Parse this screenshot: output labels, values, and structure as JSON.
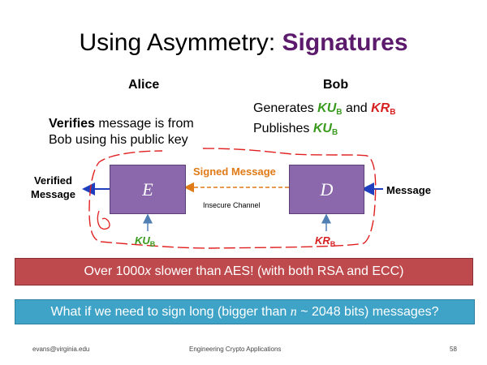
{
  "slide": {
    "title_plain": "Using Asymmetry: ",
    "title_accent": "Signatures",
    "alice_label": "Alice",
    "bob_label": "Bob",
    "bob_line1_prefix": "Generates ",
    "bob_line1_and": " and ",
    "bob_line2_prefix": "Publishes ",
    "ku": "KU",
    "kr": "KR",
    "sub_b": "B",
    "alice_line1_bold": "Verifies",
    "alice_line1_rest": " message is from",
    "alice_line2": "Bob using his public key",
    "verified_line1": "Verified",
    "verified_line2": "Message",
    "box_e": "E",
    "box_d": "D",
    "signed_message": "Signed Message",
    "insecure_channel": "Insecure Channel",
    "message_label": "Message",
    "banner_red_prefix": "Over 1000",
    "banner_red_x": "x",
    "banner_red_rest": " slower than AES! (with both RSA and ECC)",
    "banner_blue_prefix": "What if we need to sign long (bigger than ",
    "banner_blue_n": "n",
    "banner_blue_rest": " ~ 2048 bits) messages?",
    "footer_left": "evans@virginia.edu",
    "footer_center": "Engineering Crypto Applications",
    "footer_right": "58"
  },
  "colors": {
    "title_accent": "#5b1a6b",
    "box_fill": "#8b68ab",
    "public_key_green": "#3a9a1e",
    "private_key_red": "#d62020",
    "signed_orange": "#e07a16",
    "arrow_blue": "#1f3fbf",
    "banner_red": "#bf4a4d",
    "banner_blue": "#3fa3c8",
    "ink_red": "#e02020"
  }
}
